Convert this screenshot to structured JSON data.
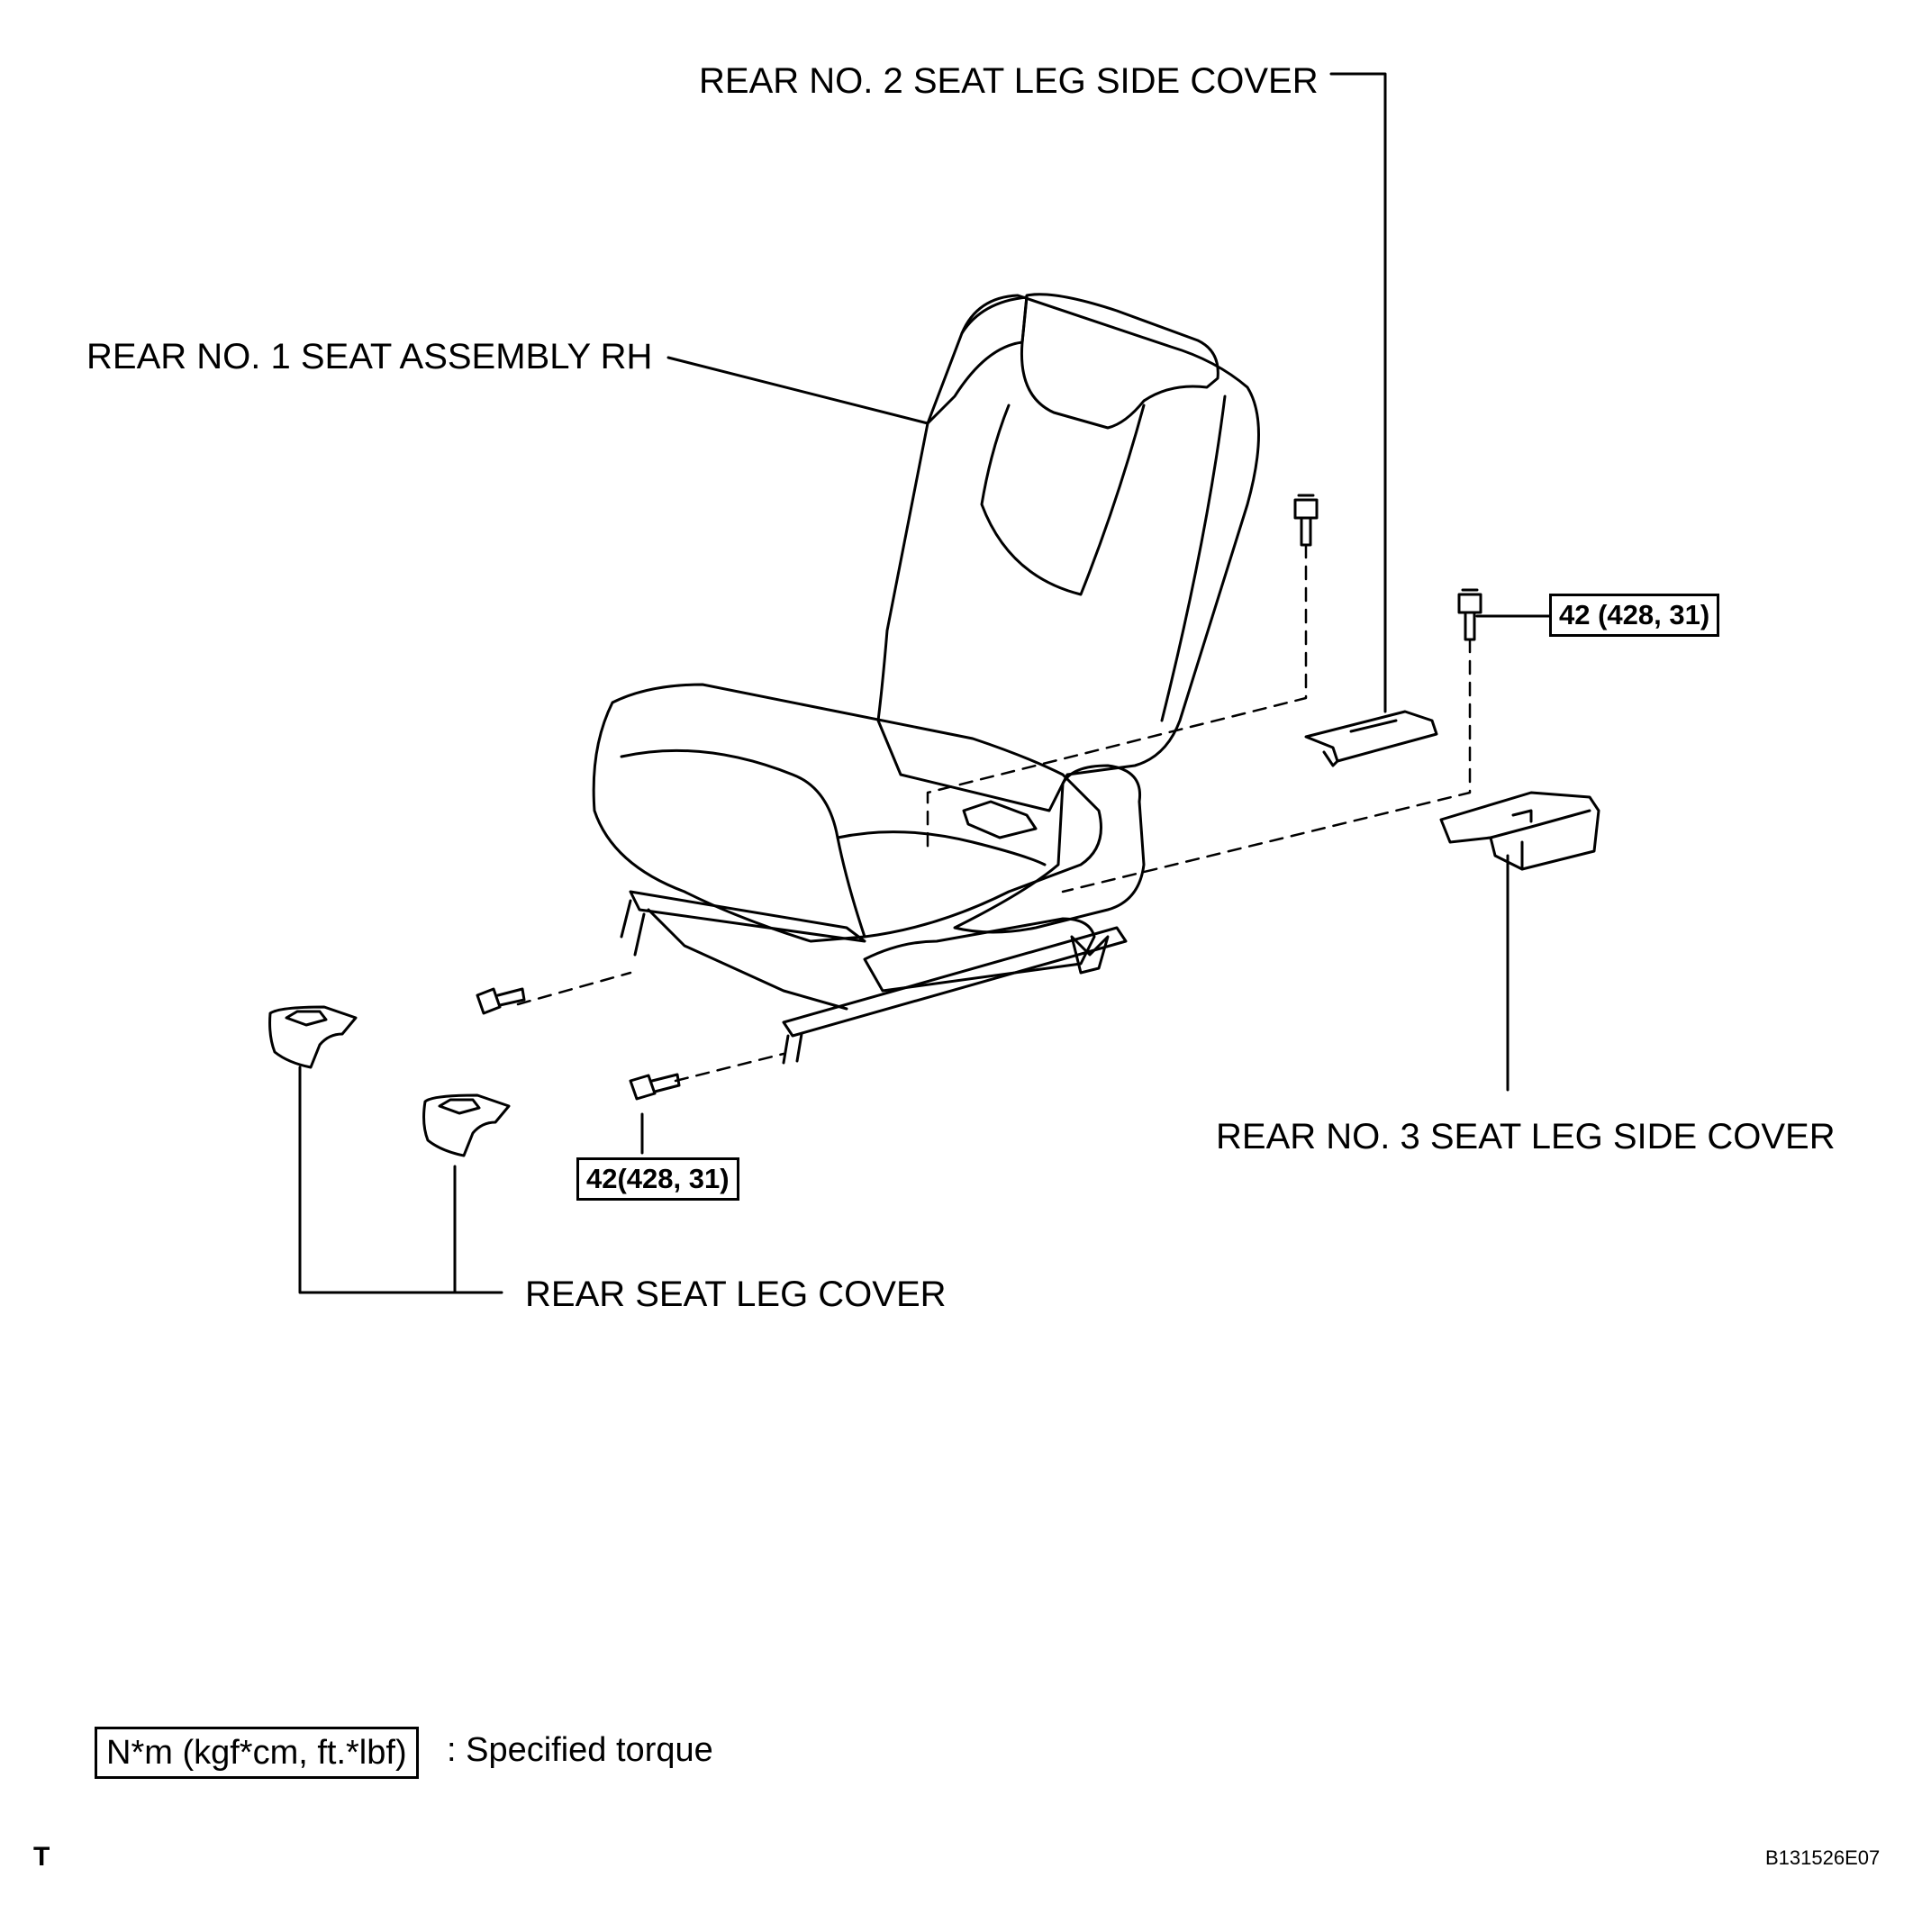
{
  "labels": {
    "rear_no2_cover": "REAR NO. 2 SEAT LEG SIDE COVER",
    "rear_no1_seat": "REAR NO. 1 SEAT ASSEMBLY RH",
    "rear_no3_cover": "REAR NO. 3 SEAT LEG SIDE COVER",
    "rear_leg_cover": "REAR SEAT LEG COVER"
  },
  "torque": {
    "upper": "42 (428, 31)",
    "lower": "42(428, 31)"
  },
  "legend": {
    "unit": "N*m (kgf*cm, ft.*lbf)",
    "description": ": Specified torque"
  },
  "footer": {
    "corner_letter": "T",
    "figure_id": "B131526E07"
  }
}
